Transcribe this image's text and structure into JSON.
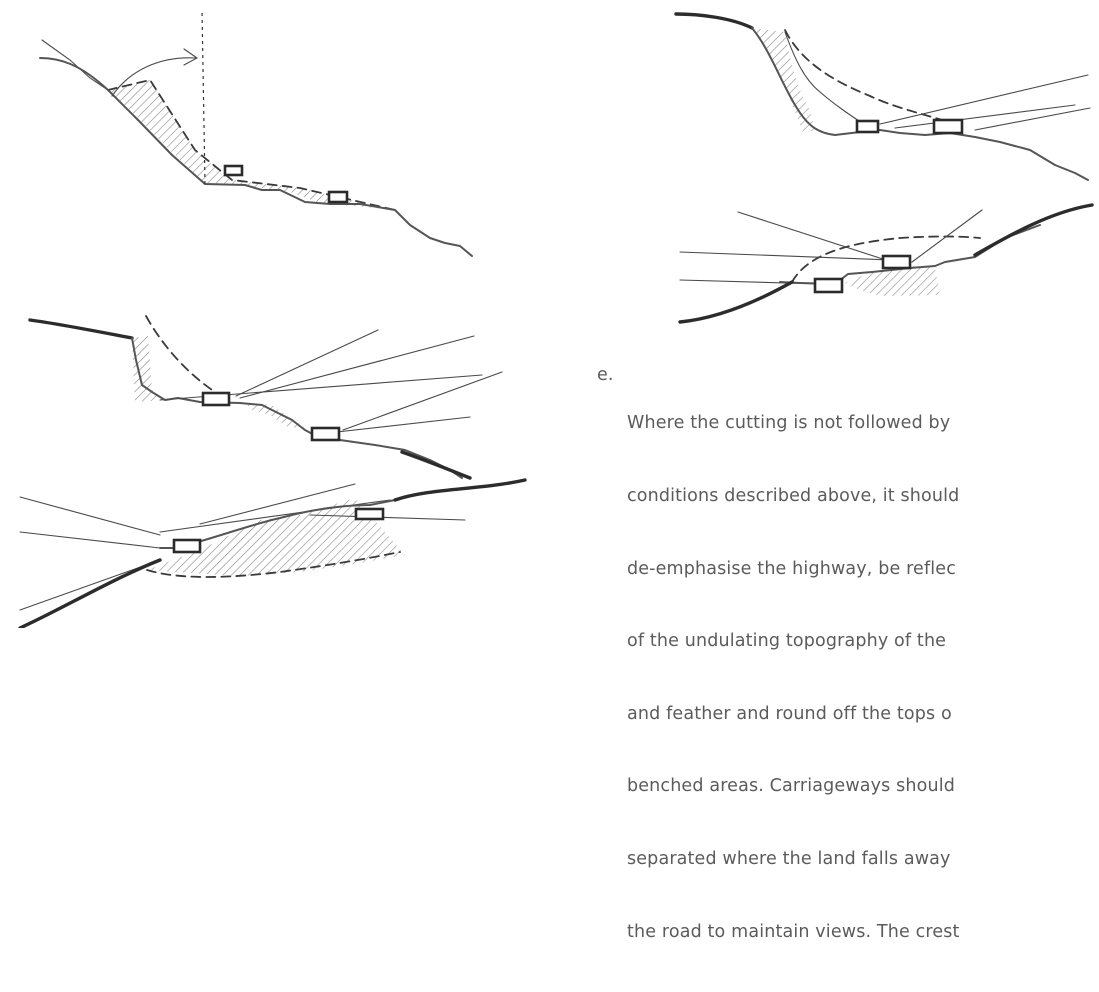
{
  "text_block": {
    "marker": "e.",
    "lines": [
      "Where the cutting is not followed by",
      "conditions described above, it should",
      "de-emphasise the highway, be reflec",
      "of the undulating topography of the",
      "and feather and round off the tops o",
      "benched areas. Carriageways should",
      "separated where the land falls away",
      "the road to maintain views. The crest"
    ]
  },
  "figures": [
    {
      "name": "sketch-angled-cutting",
      "vehicle_count": 2
    },
    {
      "name": "sketch-curved-cutting",
      "vehicle_count": 2
    },
    {
      "name": "sketch-stepped-cutting",
      "vehicle_count": 2
    },
    {
      "name": "sketch-separated-carriageways-right",
      "vehicle_count": 2
    },
    {
      "name": "sketch-separated-carriageways-left",
      "vehicle_count": 2
    }
  ],
  "colors": {
    "ink": "#2c2c2c",
    "hatch": "#8a8a8a",
    "body_text": "#5b5b5b",
    "background": "#ffffff"
  }
}
